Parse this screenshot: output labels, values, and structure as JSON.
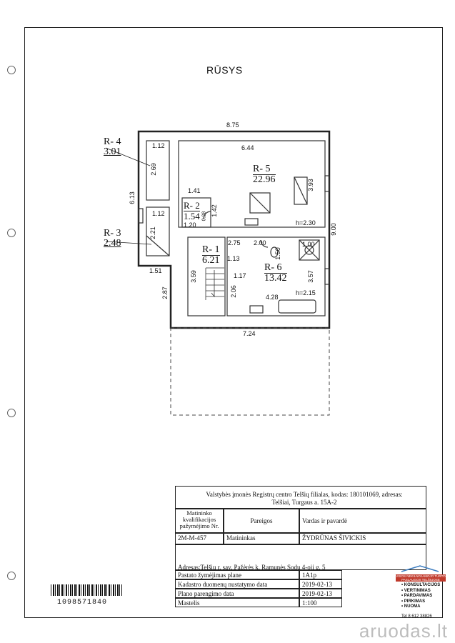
{
  "page": {
    "title": "RŪSYS"
  },
  "rooms": [
    {
      "id": "R- 4",
      "area": "3.01"
    },
    {
      "id": "R- 5",
      "area": "22.96"
    },
    {
      "id": "R- 2",
      "area": "1.54"
    },
    {
      "id": "R- 3",
      "area": "2.48"
    },
    {
      "id": "R- 1",
      "area": "6.21"
    },
    {
      "id": "R- 6",
      "area": "13.42"
    }
  ],
  "dimensions": {
    "top_width": "8.75",
    "bottom_width": "7.24",
    "right_height": "9.00",
    "left_height": "6.13",
    "lower_left": "2.87",
    "r4_width": "1.12",
    "r4_height": "2.69",
    "r5_width": "6.44",
    "r5_height": "3.93",
    "r5_small": "1.41",
    "r2_vertical": "1.42",
    "r2_mini": "0.28",
    "r3_width": "1.12",
    "r3_height": "2.21",
    "r3_bottom": "1.51",
    "r2_bottom": "1.20",
    "r1_width": "2.75",
    "r1_mid": "1.13",
    "r1_height": "3.59",
    "r1_inner": "1.17",
    "r1_stair": "2.06",
    "r6_top": "2.00",
    "r6_side": "1.50",
    "r6_box": "1.00",
    "r6_height": "3.57",
    "r6_bottom": "4.28",
    "r5_ceiling": "h=2.30",
    "r6_ceiling": "h=2.15"
  },
  "title_block": {
    "org_line1": "Valstybės įmonės Registrų centro Telšių filialas, kodas: 180101069, adresas:",
    "org_line2": "Telšiai, Turgaus a. 15A-2",
    "col_cert": "Matininko kvalifikacijos pažymėjimo Nr.",
    "col_position": "Pareigos",
    "col_name": "Vardas ir pavardė",
    "cert_no": "2M-M-457",
    "position": "Matininkas",
    "name": "ŽYDRŪNAS ŠIVICKIS",
    "address": "Adresas:Telšių r. sav. Pažėrės k. Ramunės Sodų 4-oji g. 5",
    "rows": [
      {
        "label": "Pastato žymėjimas plane",
        "value": "1A1p"
      },
      {
        "label": "Kadastro duomenų nustatymo data",
        "value": "2019-02-13"
      },
      {
        "label": "Plano parengimo data",
        "value": "2019-02-13"
      },
      {
        "label": "Mastelis",
        "value": "1:100"
      }
    ]
  },
  "barcode": {
    "number": "1098571840"
  },
  "ad_stamp": {
    "header": "VISOS NEKILNOJAMOJO TURTO PASLAUGOS TELŠIUOSE",
    "items": [
      "KONSULTACIJOS",
      "VERTINIMAS",
      "PARDAVIMAS",
      "PIRKIMAS",
      "NUOMA"
    ],
    "phone": "Tel 8 612 38826"
  },
  "watermark": {
    "text": "aruodas.lt"
  }
}
